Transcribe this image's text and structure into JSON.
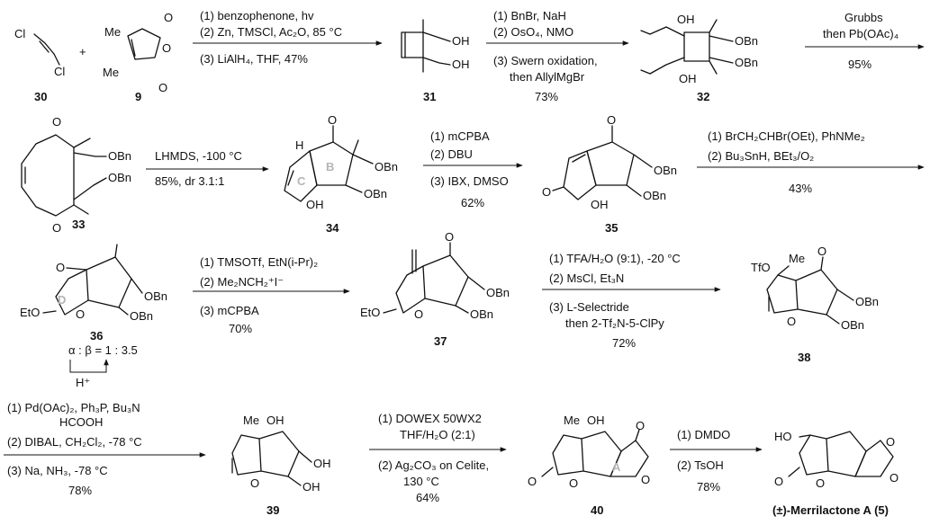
{
  "compounds": {
    "c30": "30",
    "c9": "9",
    "c31": "31",
    "c32": "32",
    "c33": "33",
    "c34": "34",
    "c35": "35",
    "c36": "36",
    "c37": "37",
    "c38": "38",
    "c39": "39",
    "c40": "40",
    "final_name": "(±)-Merrilactone A (5)"
  },
  "atoms": {
    "Cl": "Cl",
    "Me": "Me",
    "O": "O",
    "OH": "OH",
    "HO": "HO",
    "OBn": "OBn",
    "H": "H",
    "EtO": "EtO",
    "TfO": "TfO",
    "plus": "+"
  },
  "ring_labels": {
    "B": "B",
    "C": "C",
    "D": "D",
    "A": "A"
  },
  "anomer_ratio": "α : β = 1 : 3.5",
  "acid": "H⁺",
  "steps": {
    "s1": {
      "l1": "(1) benzophenone, hv",
      "l2": "(2) Zn, TMSCl, Ac₂O, 85 °C",
      "l3": "(3)  LiAlH₄, THF, 47%"
    },
    "s2": {
      "l1": "(1) BnBr, NaH",
      "l2": "(2) OsO₄, NMO",
      "l3": "(3) Swern oxidation,",
      "l4": "then AllylMgBr",
      "l5": "73%"
    },
    "s3": {
      "l1": "Grubbs",
      "l2": "then Pb(OAc)₄",
      "l3": "95%"
    },
    "s4": {
      "l1": "LHMDS, -100 °C",
      "l2": "85%, dr 3.1:1"
    },
    "s5": {
      "l1": "(1) mCPBA",
      "l2": "(2) DBU",
      "l3": "(3) IBX, DMSO",
      "l4": "62%"
    },
    "s6": {
      "l1": "(1) BrCH₂CHBr(OEt), PhNMe₂",
      "l2": "(2) Bu₃SnH, BEt₃/O₂",
      "l3": "43%"
    },
    "s7": {
      "l1": "(1) TMSOTf, EtN(i-Pr)₂",
      "l2": "(2) Me₂NCH₂⁺I⁻",
      "l3": "(3) mCPBA",
      "l4": "70%"
    },
    "s8": {
      "l1": "(1) TFA/H₂O (9:1), -20 °C",
      "l2": "(2) MsCl, Et₃N",
      "l3": "(3) L-Selectride",
      "l4": "then 2-Tf₂N-5-ClPy",
      "l5": "72%"
    },
    "s9": {
      "l1": "(1) Pd(OAc)₂, Ph₃P, Bu₃N",
      "l2": "HCOOH",
      "l3": "(2) DIBAL, CH₂Cl₂, -78 °C",
      "l4": "(3) Na, NH₃, -78 °C",
      "l5": "78%"
    },
    "s10": {
      "l1": "(1) DOWEX 50WX2",
      "l2": "THF/H₂O (2:1)",
      "l3": "(2) Ag₂CO₃ on Celite,",
      "l4": "130  °C",
      "l5": "64%"
    },
    "s11": {
      "l1": "(1) DMDO",
      "l2": "(2) TsOH",
      "l3": "78%"
    }
  }
}
